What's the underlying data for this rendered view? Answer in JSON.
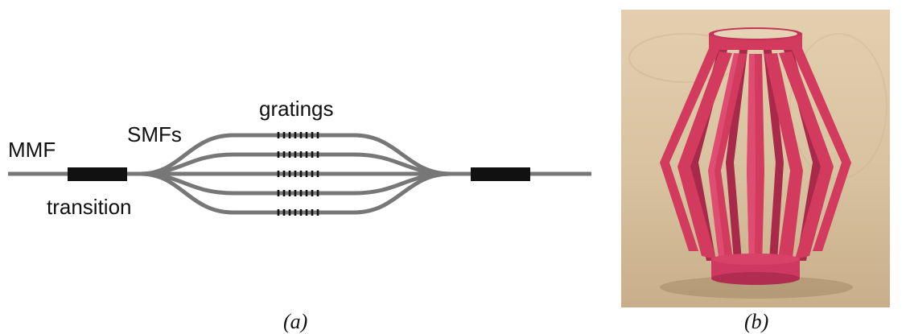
{
  "panel_a": {
    "labels": {
      "mmf": "MMF",
      "smfs": "SMFs",
      "gratings": "gratings",
      "transition": "transition"
    },
    "caption": "(a)",
    "fiber_count": 5,
    "colors": {
      "fiber": "#777777",
      "transition_block": "#111111",
      "grating": "#111111"
    }
  },
  "panel_b": {
    "caption": "(b)",
    "image": "pink-paper-lantern-photo",
    "colors": {
      "paper": "#d23a5e",
      "background": "#d9c3a3"
    }
  }
}
